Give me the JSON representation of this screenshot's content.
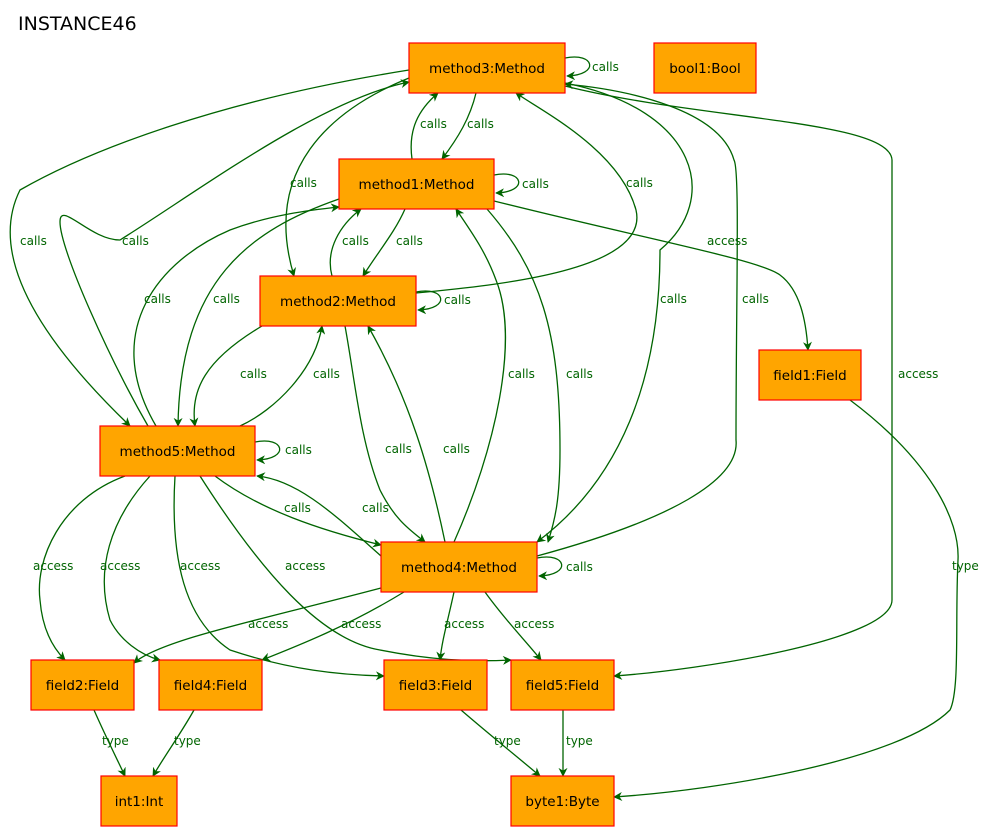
{
  "title": "INSTANCE46",
  "colors": {
    "node_fill": "#ffa500",
    "node_border": "#ff0000",
    "edge": "#006400"
  },
  "nodes": [
    {
      "id": "method3",
      "label": "method3:Method"
    },
    {
      "id": "bool1",
      "label": "bool1:Bool"
    },
    {
      "id": "method1",
      "label": "method1:Method"
    },
    {
      "id": "method2",
      "label": "method2:Method"
    },
    {
      "id": "field1",
      "label": "field1:Field"
    },
    {
      "id": "method5",
      "label": "method5:Method"
    },
    {
      "id": "method4",
      "label": "method4:Method"
    },
    {
      "id": "field2",
      "label": "field2:Field"
    },
    {
      "id": "field4",
      "label": "field4:Field"
    },
    {
      "id": "field3",
      "label": "field3:Field"
    },
    {
      "id": "field5",
      "label": "field5:Field"
    },
    {
      "id": "int1",
      "label": "int1:Int"
    },
    {
      "id": "byte1",
      "label": "byte1:Byte"
    }
  ],
  "edges": [
    {
      "from": "method3",
      "to": "method3",
      "label": "calls"
    },
    {
      "from": "method1",
      "to": "method1",
      "label": "calls"
    },
    {
      "from": "method2",
      "to": "method2",
      "label": "calls"
    },
    {
      "from": "method5",
      "to": "method5",
      "label": "calls"
    },
    {
      "from": "method4",
      "to": "method4",
      "label": "calls"
    },
    {
      "from": "method1",
      "to": "method3",
      "label": "calls"
    },
    {
      "from": "method3",
      "to": "method1",
      "label": "calls"
    },
    {
      "from": "method3",
      "to": "method2",
      "label": "calls"
    },
    {
      "from": "method2",
      "to": "method3",
      "label": "calls"
    },
    {
      "from": "method3",
      "to": "method5",
      "label": "calls"
    },
    {
      "from": "method5",
      "to": "method3",
      "label": "calls"
    },
    {
      "from": "method3",
      "to": "method4",
      "label": "calls"
    },
    {
      "from": "method4",
      "to": "method3",
      "label": "calls"
    },
    {
      "from": "method1",
      "to": "method2",
      "label": "calls"
    },
    {
      "from": "method2",
      "to": "method1",
      "label": "calls"
    },
    {
      "from": "method5",
      "to": "method1",
      "label": "calls"
    },
    {
      "from": "method1",
      "to": "method5",
      "label": "calls"
    },
    {
      "from": "method1",
      "to": "method4",
      "label": "calls"
    },
    {
      "from": "method4",
      "to": "method1",
      "label": "calls"
    },
    {
      "from": "method2",
      "to": "method5",
      "label": "calls"
    },
    {
      "from": "method5",
      "to": "method2",
      "label": "calls"
    },
    {
      "from": "method2",
      "to": "method4",
      "label": "calls"
    },
    {
      "from": "method4",
      "to": "method2",
      "label": "calls"
    },
    {
      "from": "method5",
      "to": "method4",
      "label": "calls"
    },
    {
      "from": "method4",
      "to": "method5",
      "label": "calls"
    },
    {
      "from": "method1",
      "to": "field1",
      "label": "access"
    },
    {
      "from": "method3",
      "to": "field5",
      "label": "access"
    },
    {
      "from": "method5",
      "to": "field2",
      "label": "access"
    },
    {
      "from": "method5",
      "to": "field4",
      "label": "access"
    },
    {
      "from": "method5",
      "to": "field3",
      "label": "access"
    },
    {
      "from": "method5",
      "to": "field5",
      "label": "access"
    },
    {
      "from": "method4",
      "to": "field2",
      "label": "access"
    },
    {
      "from": "method4",
      "to": "field4",
      "label": "access"
    },
    {
      "from": "method4",
      "to": "field3",
      "label": "access"
    },
    {
      "from": "method4",
      "to": "field5",
      "label": "access"
    },
    {
      "from": "field1",
      "to": "byte1",
      "label": "type"
    },
    {
      "from": "field2",
      "to": "int1",
      "label": "type"
    },
    {
      "from": "field4",
      "to": "int1",
      "label": "type"
    },
    {
      "from": "field3",
      "to": "byte1",
      "label": "type"
    },
    {
      "from": "field5",
      "to": "byte1",
      "label": "type"
    }
  ]
}
